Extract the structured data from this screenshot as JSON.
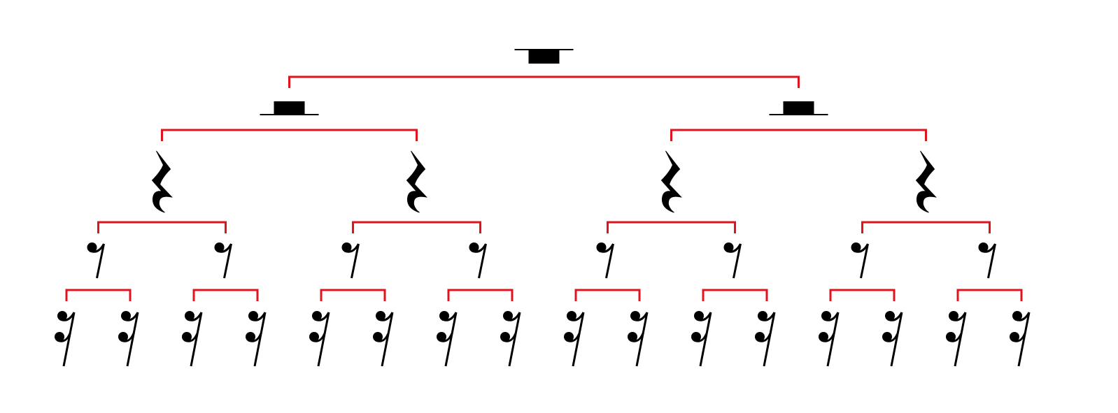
{
  "diagram": {
    "type": "rest-value-tree",
    "bracket_color": "#e0141e",
    "rest_color": "#000000",
    "levels": [
      {
        "rest": "whole-rest",
        "count": 1
      },
      {
        "rest": "half-rest",
        "count": 2
      },
      {
        "rest": "quarter-rest",
        "count": 4
      },
      {
        "rest": "eighth-rest",
        "count": 8
      },
      {
        "rest": "sixteenth-rest",
        "count": 16
      }
    ]
  }
}
